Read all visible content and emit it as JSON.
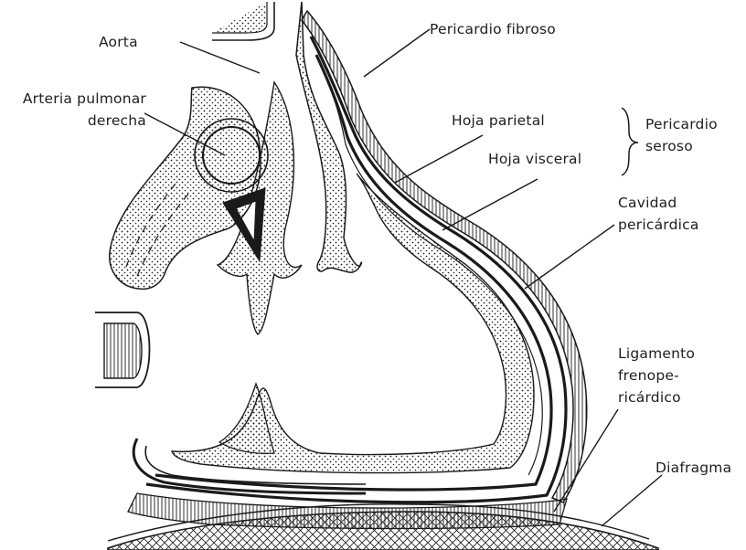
{
  "labels": {
    "aorta": "Aorta",
    "arteria_pulmonar": [
      "Arteria pulmonar",
      "derecha"
    ],
    "pericardio_fibroso": "Pericardio fibroso",
    "hoja_parietal": "Hoja parietal",
    "hoja_visceral": "Hoja visceral",
    "pericardio_seroso": [
      "Pericardio",
      "seroso"
    ],
    "cavidad_pericardica": [
      "Cavidad",
      "pericárdica"
    ],
    "ligamento_frenopericardico": [
      "Ligamento",
      "frenope-",
      "ricárdico"
    ],
    "diafragma": "Diafragma"
  },
  "colors": {
    "ink": "#1a1a1a",
    "paper": "#ffffff",
    "text": "#1e1e1e"
  }
}
